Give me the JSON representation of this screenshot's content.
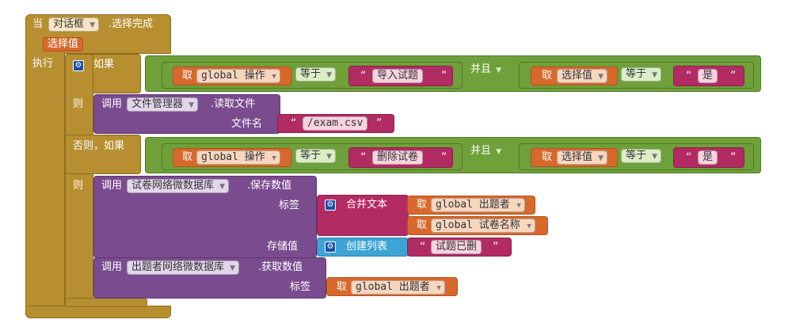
{
  "event": {
    "when": "当",
    "component": "对话框",
    "event_name": ".选择完成",
    "param": "选择值",
    "do": "执行"
  },
  "if_block": {
    "if": "如果",
    "then": "则",
    "else_if": "否则，如果",
    "then2": "则"
  },
  "cond1": {
    "get": "取",
    "var": "global 操作",
    "op": "等于",
    "text": "导入试题",
    "and": "并且",
    "get2": "取",
    "var2": "选择值",
    "op2": "等于",
    "text2": "是"
  },
  "action1": {
    "call": "调用",
    "component": "文件管理器",
    "method": ".读取文件",
    "arg_label": "文件名",
    "arg_value": "/exam.csv"
  },
  "cond2": {
    "get": "取",
    "var": "global 操作",
    "op": "等于",
    "text": "删除试卷",
    "and": "并且",
    "get2": "取",
    "var2": "选择值",
    "op2": "等于",
    "text2": "是"
  },
  "action2": {
    "call": "调用",
    "component": "试卷网络微数据库",
    "method": ".保存数值",
    "tag_label": "标签",
    "join_label": "合并文本",
    "get1": "取",
    "var1": "global 出题者",
    "get2": "取",
    "var2": "global 试卷名称",
    "value_label": "存储值",
    "list_label": "创建列表",
    "list_item": "试题已删"
  },
  "action3": {
    "call": "调用",
    "component": "出题者网络微数据库",
    "method": ".获取数值",
    "tag_label": "标签",
    "get": "取",
    "var": "global 出题者"
  },
  "icons": {
    "dropdown": "dropdown-arrow-icon",
    "mutator": "gear-icon"
  }
}
